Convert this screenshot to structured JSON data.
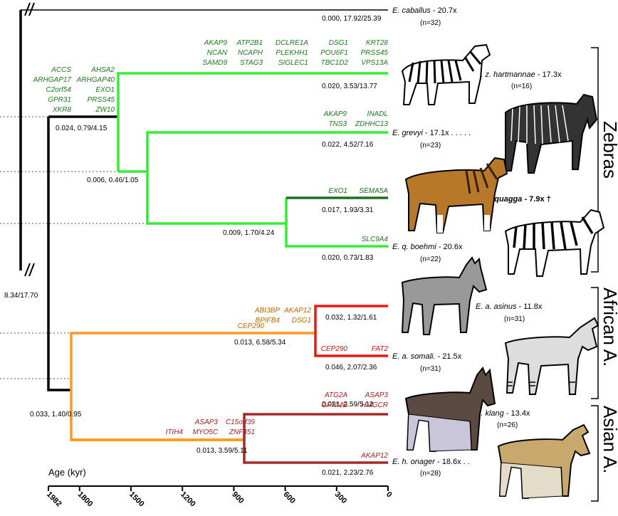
{
  "colors": {
    "zebra_branch": "#33ee33",
    "zebra_gene": "#1f7a1f",
    "quagga_branch": "#1e6e1e",
    "african_root": "#ff9922",
    "african_gene": "#b86a00",
    "african_branch": "#e81818",
    "african_tip_gene": "#d21010",
    "asian_branch": "#a32a2a",
    "asian_gene": "#a82020",
    "base": "#000000"
  },
  "taxa": [
    {
      "id": "caballus",
      "name": "E. caballus",
      "coverage": " - 20.7x",
      "n": "(n=32)",
      "stats": "0.000, 17.92/25.39"
    },
    {
      "id": "hartmannae",
      "name": "E. z. hartmannae",
      "coverage": " - 17.3x",
      "n": "(n=16)",
      "stats": "0.020, 3.53/13.77"
    },
    {
      "id": "grevyi",
      "name": "E. grevyi",
      "coverage": " - 17.1x . . . . .",
      "n": "(n=23)",
      "stats": "0.022, 4.52/7.16"
    },
    {
      "id": "quagga",
      "name": "E. q. quagga",
      "coverage": " - 7.9x †",
      "n": "",
      "stats": "0.017, 1.93/3.31"
    },
    {
      "id": "boehmi",
      "name": "E. q. boehmi",
      "coverage": " - 20.6x",
      "n": "(n=22)",
      "stats": "0.020, 0.73/1.83"
    },
    {
      "id": "asinus",
      "name": "E. a. asinus",
      "coverage": " - 11.8x",
      "n": "(n=31)",
      "stats": "0.032, 1.32/1.61"
    },
    {
      "id": "somali",
      "name": "E. a. somali.",
      "coverage": " - 21.5x",
      "n": "(n=31)",
      "stats": "0.046, 2.07/2.36"
    },
    {
      "id": "klang",
      "name": "E. klang",
      "coverage": " - 13.4x",
      "n": "(n=26)",
      "stats": "0.021, 2.59/5.12"
    },
    {
      "id": "onager",
      "name": "E. h. onager",
      "coverage": " - 18.6x . .",
      "n": "(n=28)",
      "stats": "0.021, 2.23/2.76"
    }
  ],
  "internal_stats": {
    "zebra_root": "0.024, 0.79/4.15",
    "grevyi_quagga": "0.006, 0.46/1.05",
    "quagga_pair": "0.009, 1.70/4.24",
    "african_stem": "0.013, 6.58/5.34",
    "asian_stem": "0.013, 3.59/5.11",
    "ass_root": "0.033, 1.40/0.95",
    "root": "8.34/17.70"
  },
  "gene_labels": {
    "zebra_stem_left": [
      "ACCS",
      "ARHGAP17",
      "C2orf54",
      "GPR31",
      "XKR8"
    ],
    "zebra_stem_right": [
      "AHSA2",
      "ARHGAP40",
      "EXO1",
      "PRSS45",
      "ZW10"
    ],
    "hartmannae_1": [
      "AKAP9",
      "NCAN",
      "SAMD9"
    ],
    "hartmannae_2": [
      "ATP2B1",
      "NCAPH",
      "STAG3"
    ],
    "hartmannae_3": [
      "DCLRE1A",
      "PLEKHH1",
      "SIGLEC1"
    ],
    "hartmannae_4": [
      "DSG1",
      "POU6F1",
      "TBC1D2"
    ],
    "hartmannae_5": [
      "KRT28",
      "PRSS45",
      "VPS13A"
    ],
    "grevyi_1": [
      "AKAP9",
      "TNS3"
    ],
    "grevyi_2": [
      "INADL",
      "ZDHHC13"
    ],
    "quagga_1": [
      "EXO1"
    ],
    "quagga_2": [
      "SEMA5A"
    ],
    "boehmi_1": [
      "SLC9A4"
    ],
    "african_root_1": [
      "CEP290"
    ],
    "african_stem_1": [
      "ABI3BP",
      "BPIFB4"
    ],
    "african_stem_2": [
      "AKAP12",
      "DSG1"
    ],
    "somali_1": [
      "CEP290"
    ],
    "somali_2": [
      "FAT2"
    ],
    "asian_stem_1": [
      "ITIH4"
    ],
    "asian_stem_2": [
      "ASAP3",
      "MYO5C"
    ],
    "asian_stem_3": [
      "C15orf39",
      "ZNF451"
    ],
    "klang_1": [
      "ATG2A",
      "GPNMB"
    ],
    "klang_2": [
      "ASAP3",
      "HMGCR"
    ],
    "onager_1": [
      "AKAP12"
    ]
  },
  "groups": {
    "zebras": "Zebras",
    "african": "African A.",
    "asian": "Asian A."
  },
  "axis": {
    "title": "Age (kyr)",
    "ticks": [
      "1982",
      "1800",
      "1500",
      "1200",
      "900",
      "600",
      "300",
      "0"
    ],
    "tick_values": [
      1982,
      1800,
      1500,
      1200,
      900,
      600,
      300,
      0
    ]
  },
  "silhouettes": [
    {
      "id": "hartmannae-img",
      "type": "zebra"
    },
    {
      "id": "grevyi-img",
      "type": "grevy"
    },
    {
      "id": "quagga-img",
      "type": "quagga"
    },
    {
      "id": "boehmi-img",
      "type": "zebra"
    },
    {
      "id": "asinus-img",
      "type": "donkey-grey"
    },
    {
      "id": "somali-img",
      "type": "donkey-light"
    },
    {
      "id": "klang-img",
      "type": "donkey-dark"
    },
    {
      "id": "onager-img",
      "type": "onager"
    }
  ]
}
